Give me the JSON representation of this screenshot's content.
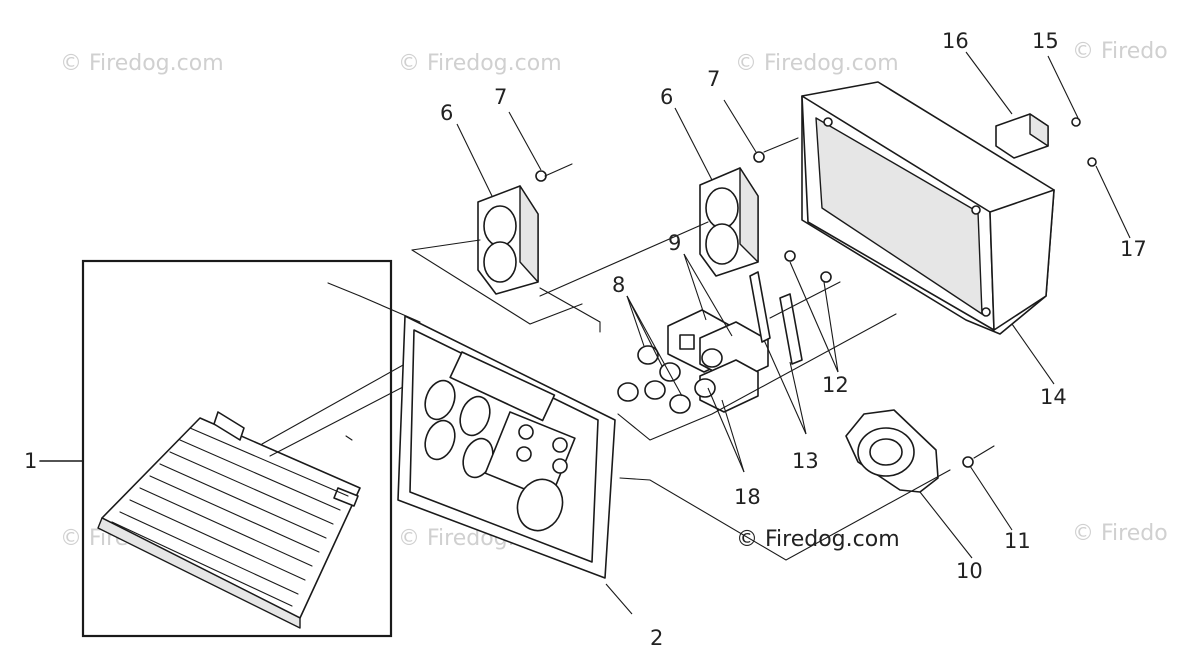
{
  "watermarks": {
    "background": [
      "© Firedog.com",
      "© Firedog.com",
      "© Firedog.com",
      "© Firedo",
      "© Firedog.com",
      "© Firedog.com",
      "© Firedo"
    ],
    "main": "© Firedog.com"
  },
  "callouts": [
    "1",
    "2",
    "6",
    "7",
    "6",
    "7",
    "8",
    "9",
    "10",
    "11",
    "12",
    "13",
    "14",
    "15",
    "16",
    "17",
    "18"
  ]
}
